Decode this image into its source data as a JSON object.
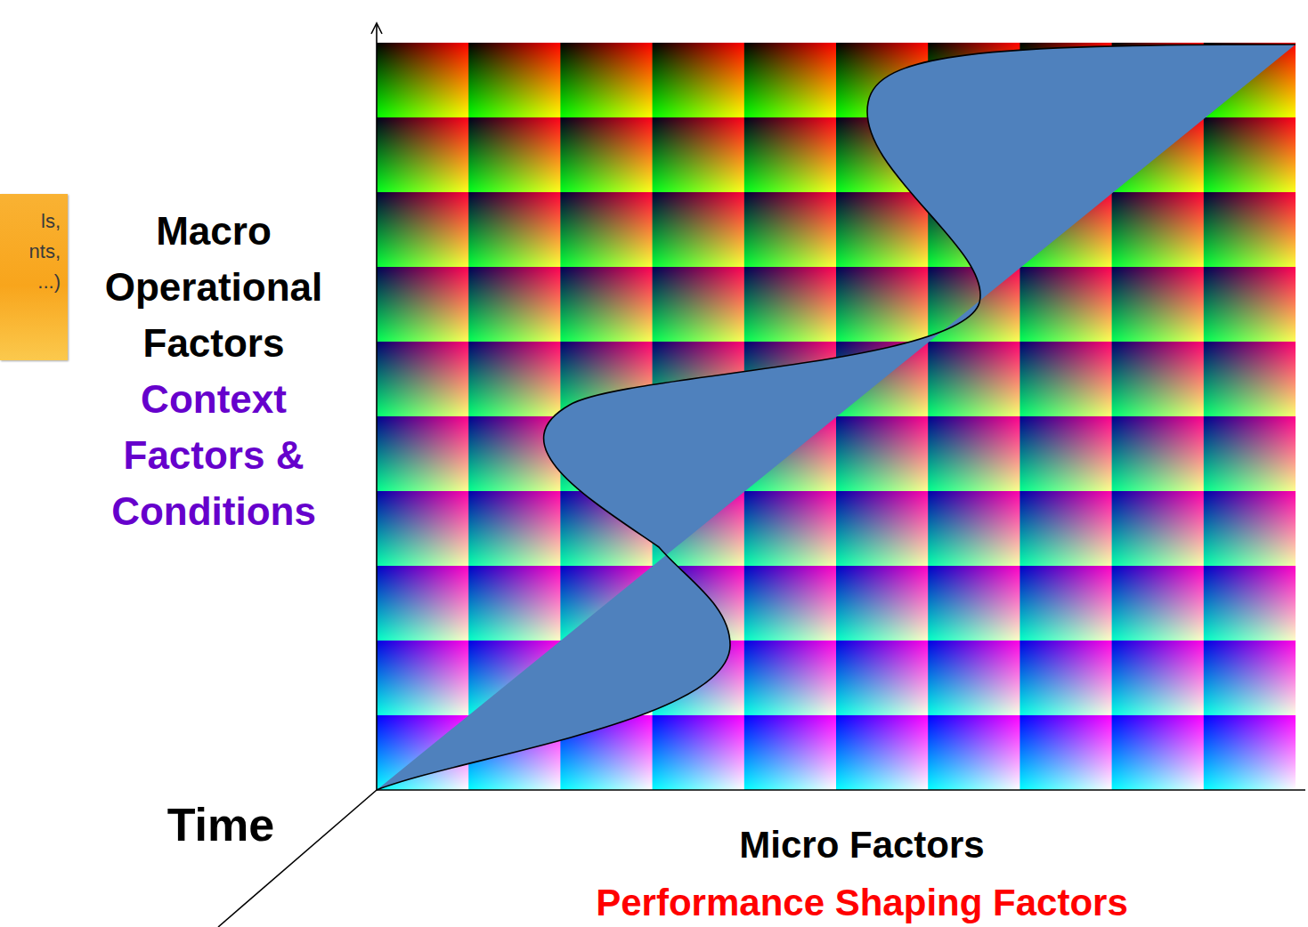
{
  "diagram": {
    "nodes": [
      {
        "text": [
          "ls, nts, ...)"
        ]
      }
    ],
    "labels": [
      "Macro Operational Factors",
      "Context Factors & Conditions",
      "Time",
      "Micro Factors",
      "Performance Shaping Factors"
    ]
  }
}
